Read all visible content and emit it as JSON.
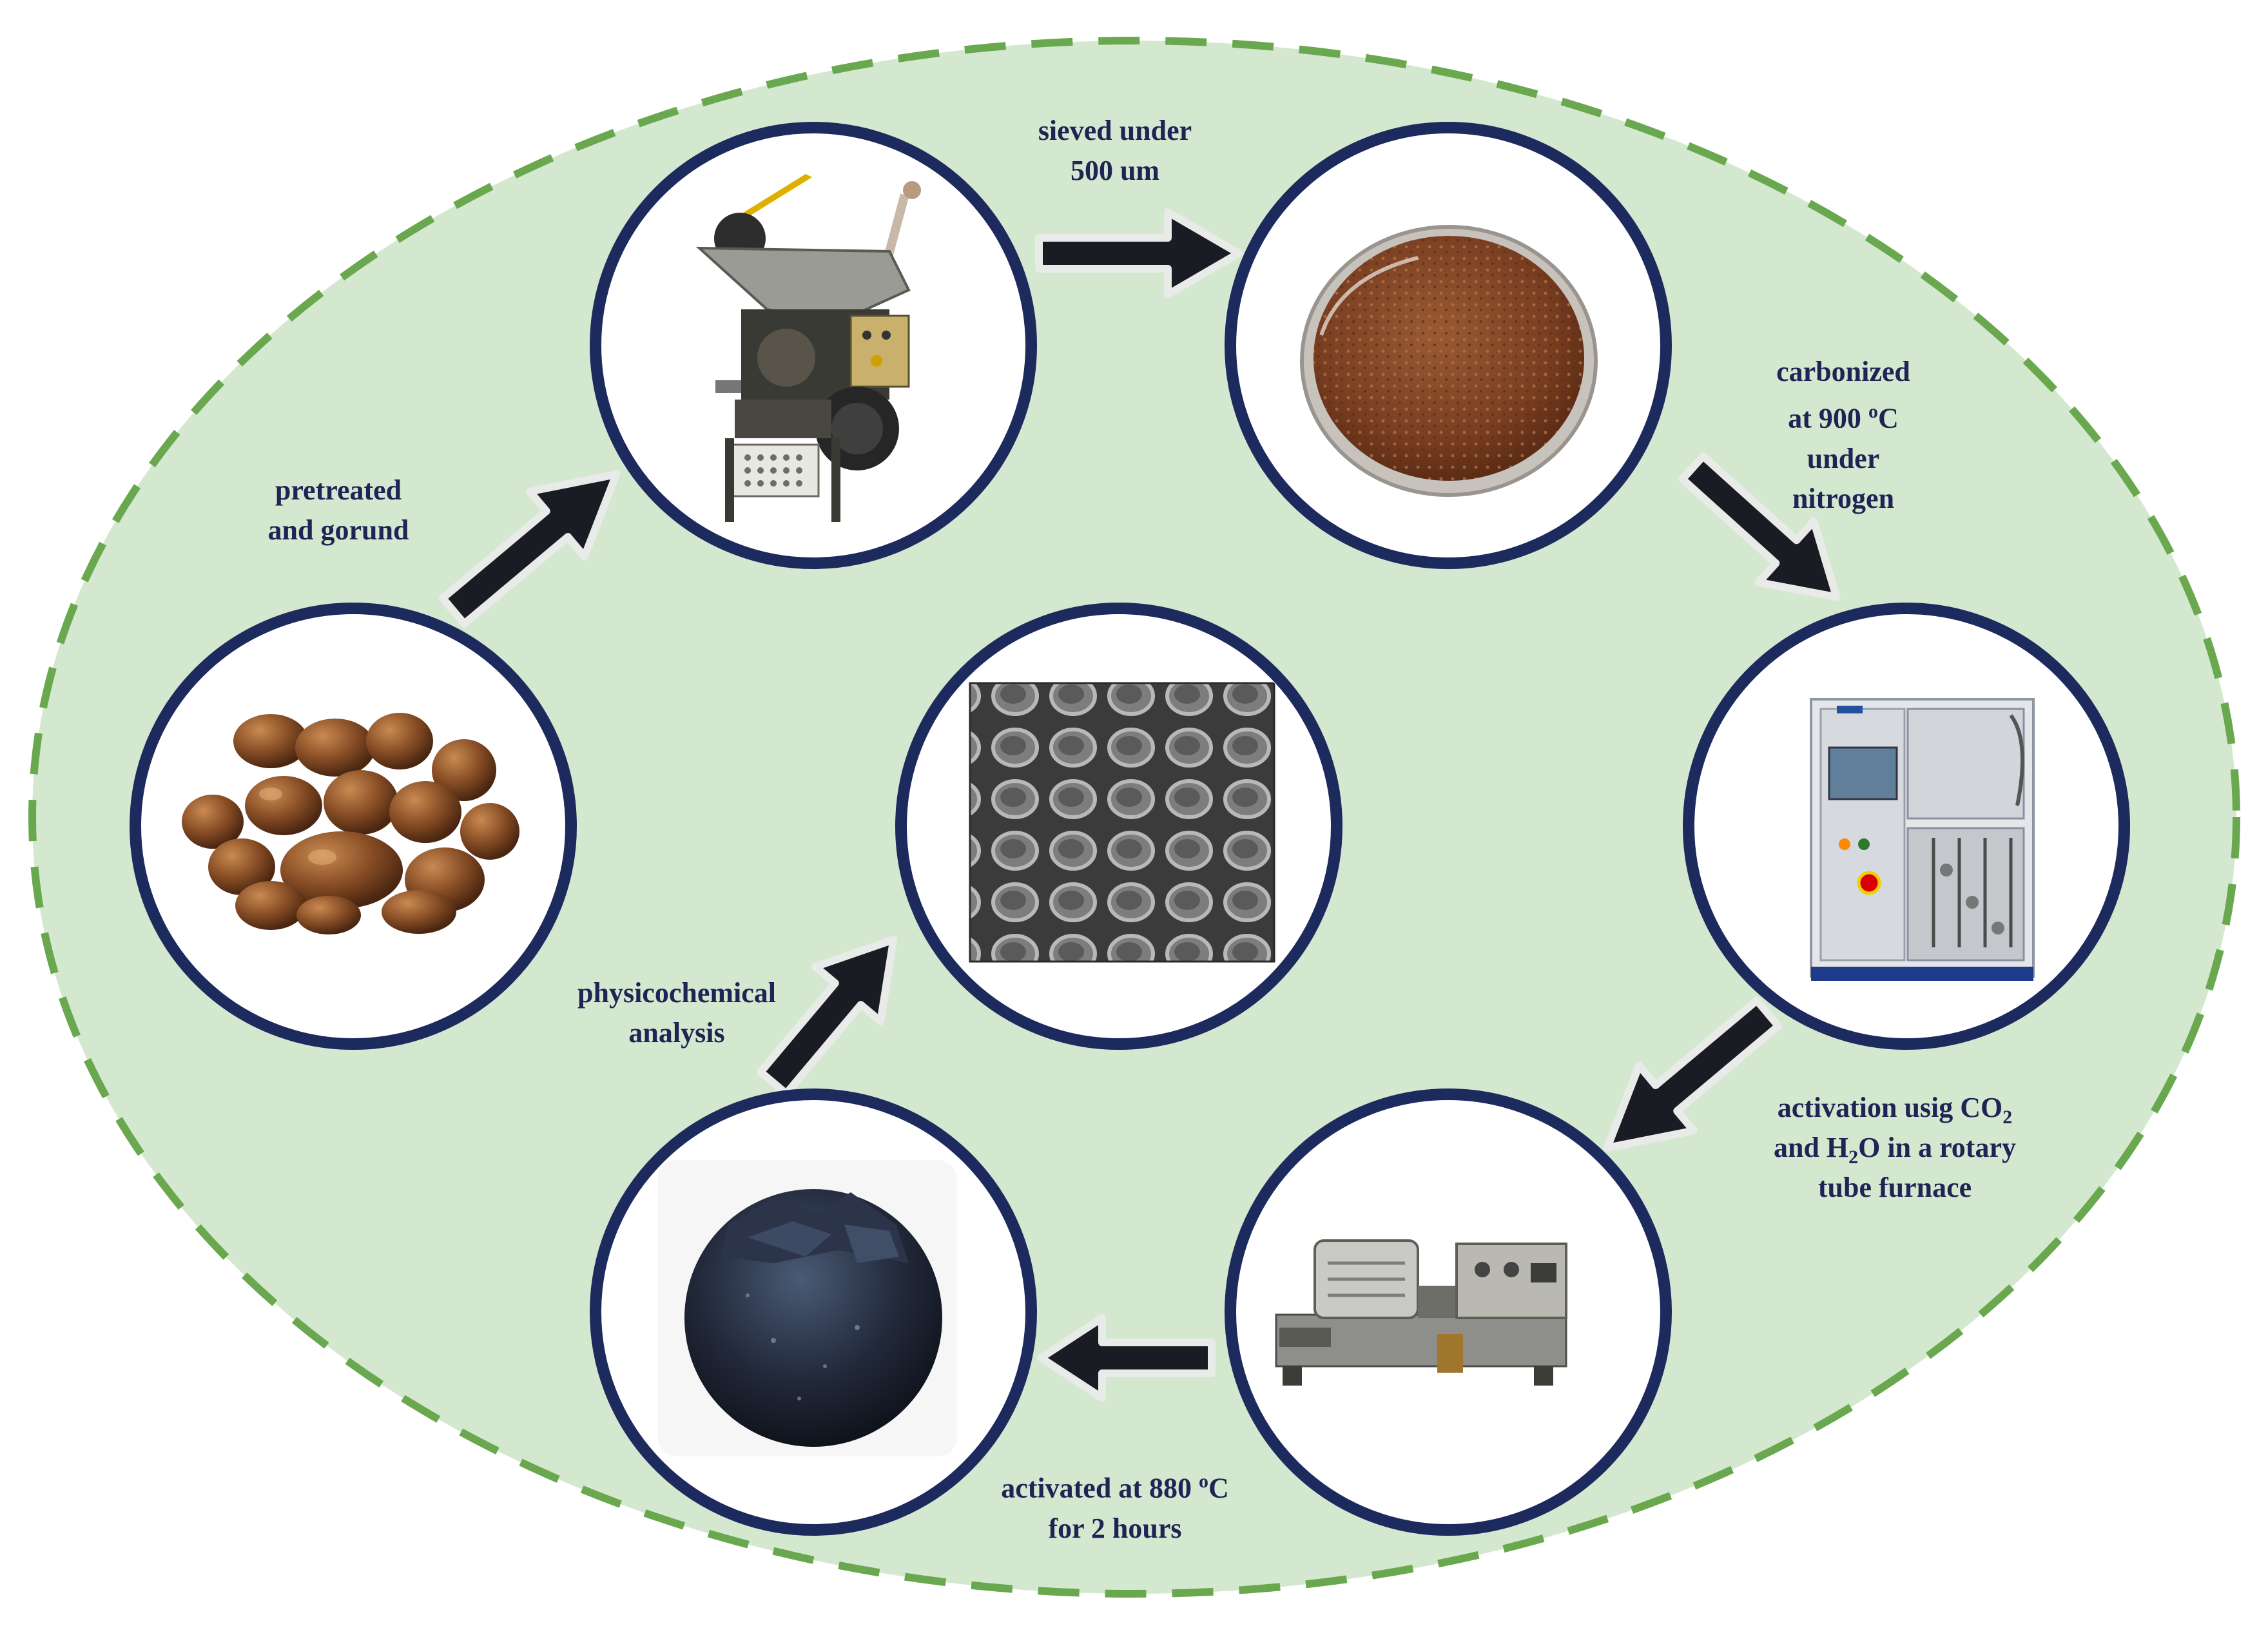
{
  "colors": {
    "background_fill": "#d3e8cf",
    "dashed_border": "#6aa84f",
    "circle_ring": "#1d2a5e",
    "arrow": "#1b1b24",
    "label_text": "#1f2454"
  },
  "steps": [
    {
      "id": "nuts",
      "image": "shea-nuts-photo"
    },
    {
      "id": "grinder",
      "image": "grinder-machine-photo"
    },
    {
      "id": "powder",
      "image": "powder-petri-dish-photo"
    },
    {
      "id": "tube-unit",
      "image": "tube-furnace-unit-photo"
    },
    {
      "id": "rotary",
      "image": "rotary-tube-furnace-photo"
    },
    {
      "id": "activated-carbon",
      "image": "activated-carbon-photo"
    },
    {
      "id": "sem",
      "image": "sem-micrograph-image"
    }
  ],
  "labels": {
    "pretreated": {
      "line1": "pretreated",
      "line2": "and gorund"
    },
    "sieved": {
      "line1": "sieved under",
      "line2": "500 um"
    },
    "carbonized": {
      "line1": "carbonized",
      "line2_prefix": "at 900 ",
      "line2_sup": "o",
      "line2_suffix": "C",
      "line3": "under",
      "line4": "nitrogen"
    },
    "activation": {
      "line1_prefix": "activation usig CO",
      "line1_sub": "2",
      "line2_prefix": "and H",
      "line2_sub": "2",
      "line2_suffix": "O in a rotary",
      "line3": "tube furnace"
    },
    "activated": {
      "line1_prefix": "activated at 880 ",
      "line1_sup": "o",
      "line1_suffix": "C",
      "line2": "for 2 hours"
    },
    "analysis": {
      "line1": "physicochemical",
      "line2": "analysis"
    }
  }
}
